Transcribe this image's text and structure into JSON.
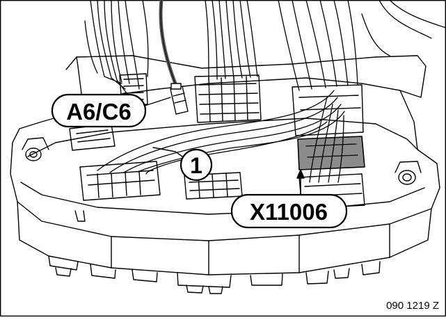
{
  "figure": {
    "callouts": {
      "connector_a6c6": "A6/C6",
      "item_1": "1",
      "connector_x11006": "X11006"
    },
    "figure_id": "090 1219 Z",
    "colors": {
      "line": "#000000",
      "background": "#ffffff",
      "highlight": "#8c8c8c",
      "dark_wire": "#555555"
    }
  }
}
